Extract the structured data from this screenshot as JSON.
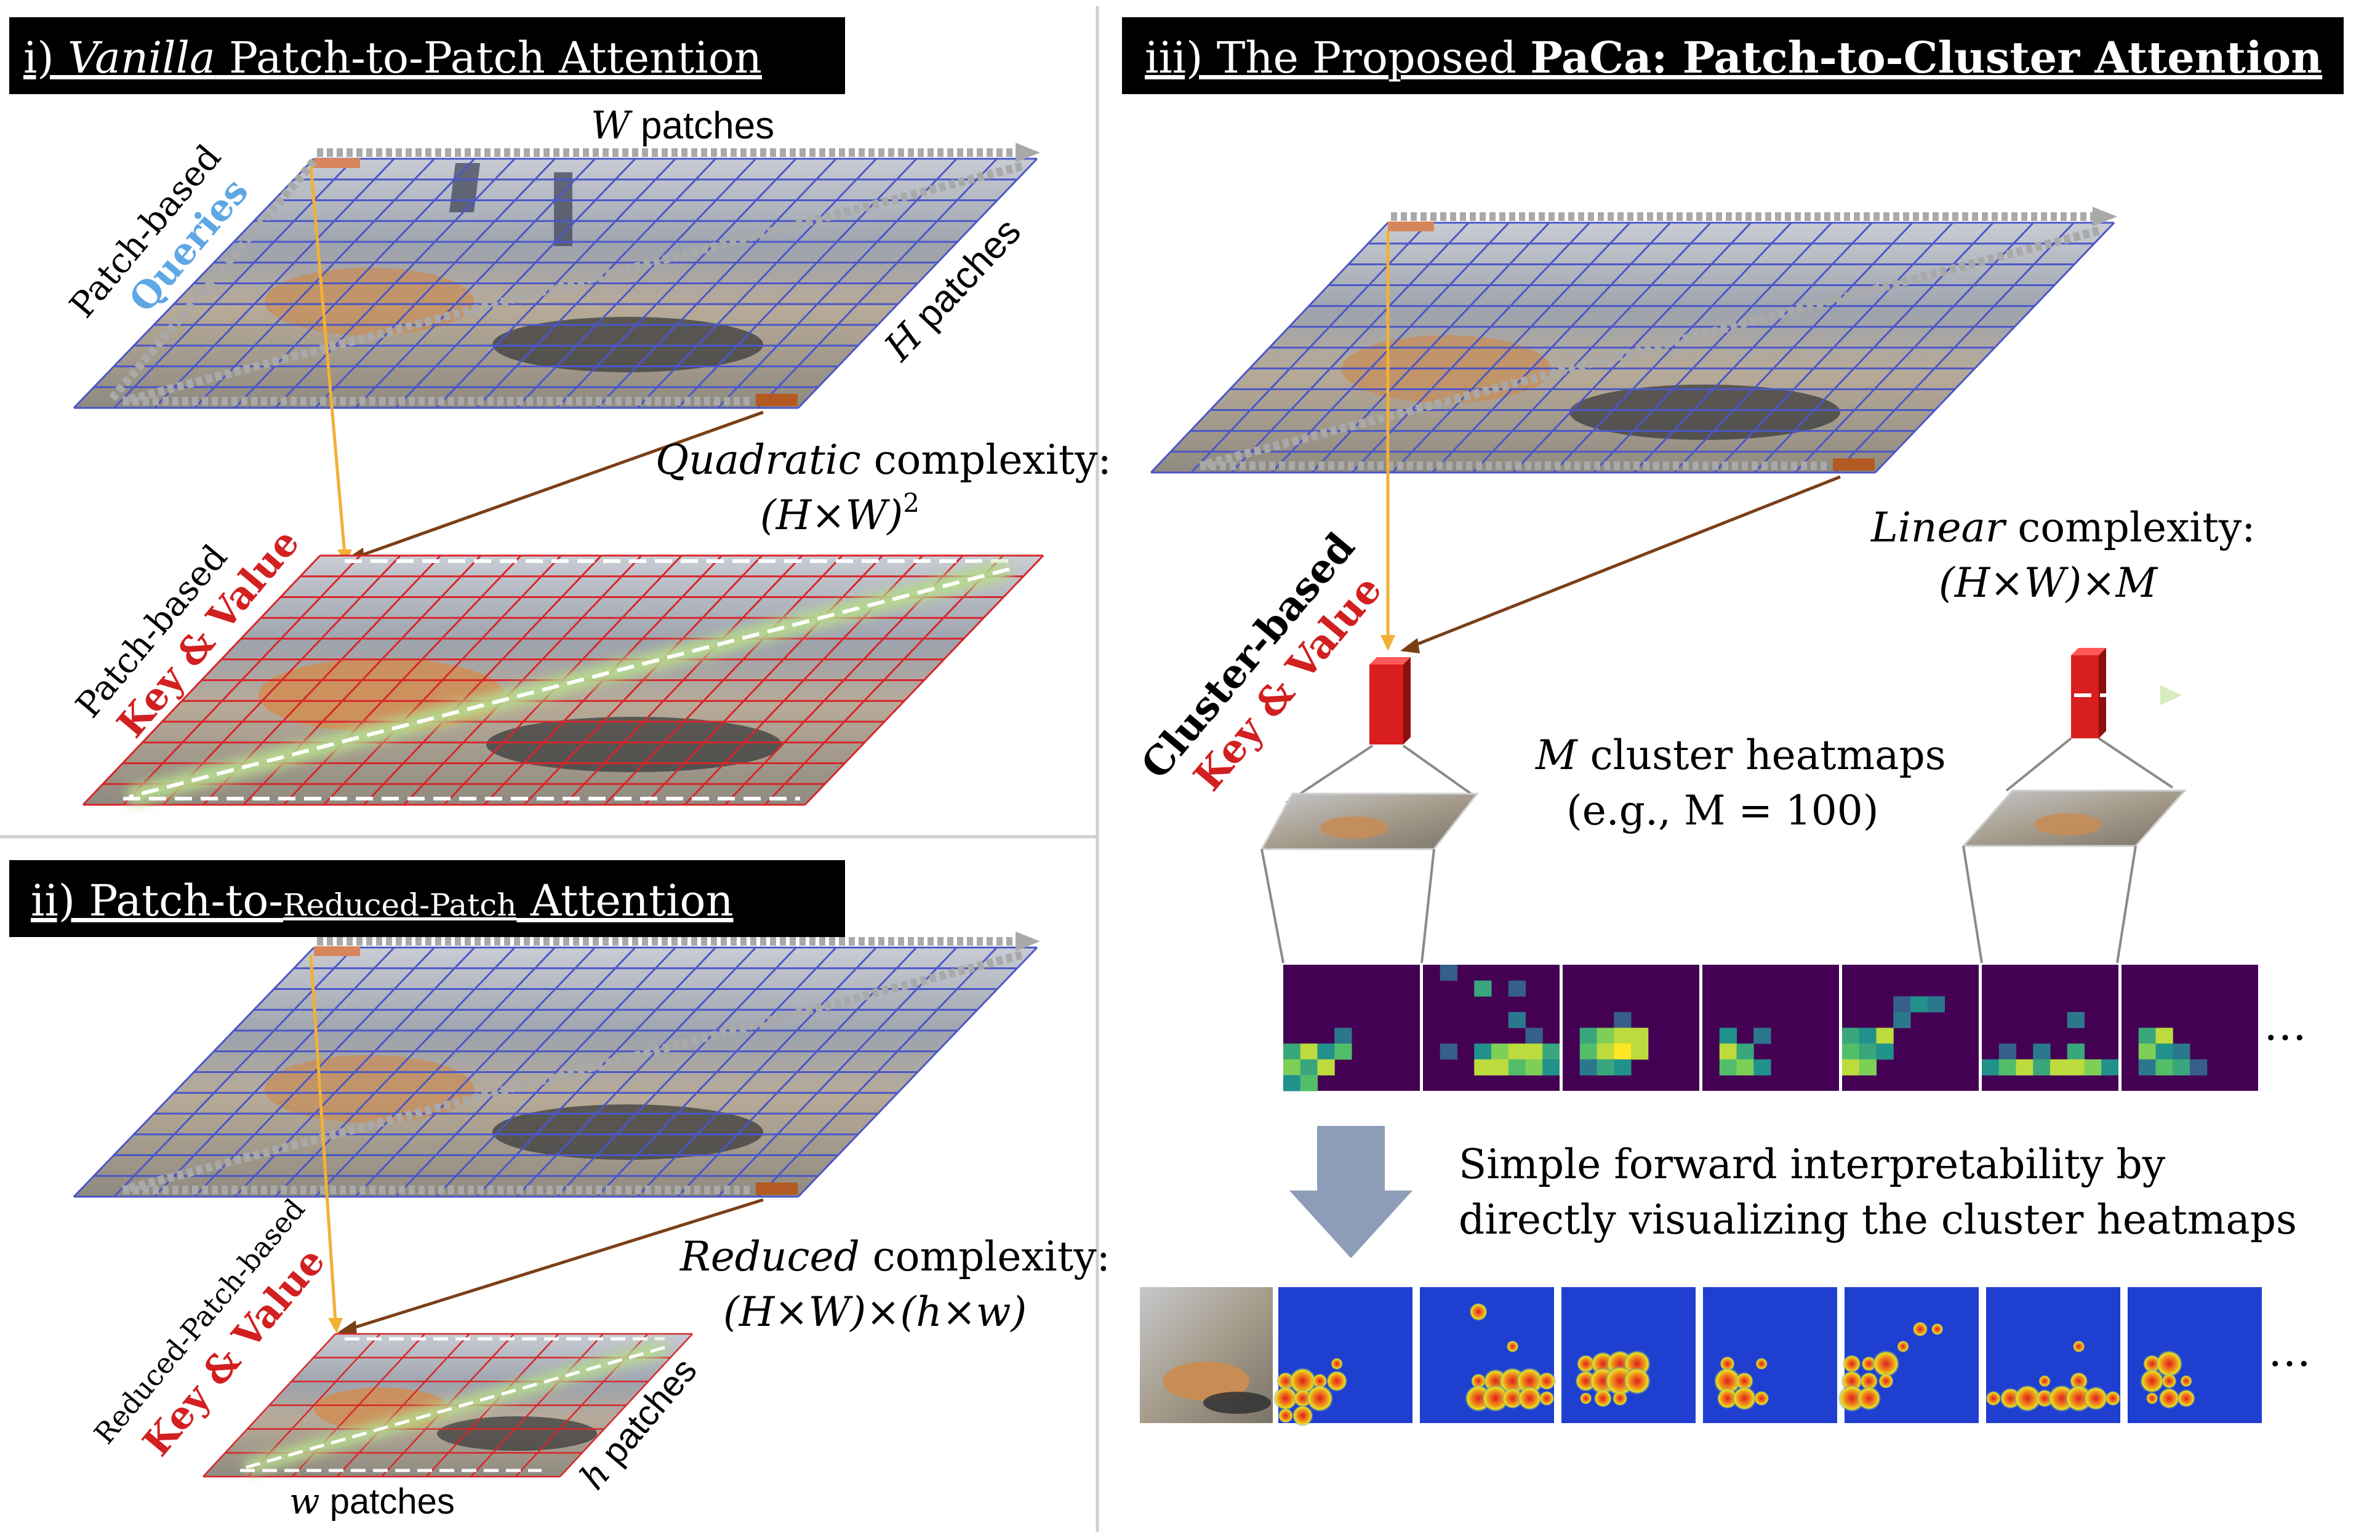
{
  "colors": {
    "banner_bg": "#000000",
    "banner_text": "#ffffff",
    "query_grid": "#4b57c8",
    "kv_grid": "#d8262b",
    "queries_text": "#5ea7e5",
    "key_value_text": "#d21f20",
    "query_arrow": "#f2b035",
    "kv_arrow": "#7b3f17",
    "green_glow": "#b6d98e",
    "gray_arrow": "#a9a9a9",
    "token_block": "#d81e1e",
    "down_arrow": "#8d9db8",
    "heatmap_bg": "#3b0f6e"
  },
  "panel_i": {
    "title_prefix": "i) ",
    "title_italic": "Vanilla",
    "title_rest": " Patch-to-Patch Attention",
    "w_label_var": "W",
    "w_label_text": " patches",
    "h_label_var": "H",
    "h_label_text": " patches",
    "queries_line1": "Patch-based",
    "queries_line2": "Queries",
    "kv_line1": "Patch-based",
    "kv_line2": "Key & Value",
    "complexity_italic": "Quadratic",
    "complexity_rest": " complexity:",
    "formula": "(H×W)",
    "formula_exp": "2"
  },
  "panel_ii": {
    "title_prefix": "ii) Patch-to-",
    "title_small": "Reduced-Patch",
    "title_rest": " Attention",
    "kv_line1": "Reduced-Patch-based",
    "kv_line2": "Key & Value",
    "complexity_italic": "Reduced",
    "complexity_rest": " complexity:",
    "formula": "(H×W)×(h×w)",
    "w_label_var": "w",
    "w_label_text": " patches",
    "h_label_var": "h",
    "h_label_text": " patches"
  },
  "panel_iii": {
    "title_prefix": "iii) The Proposed ",
    "title_bold": "PaCa:  Patch-to-Cluster Attention",
    "cluster_line1": "Cluster-based",
    "cluster_line2": "Key & Value",
    "complexity_italic": "Linear",
    "complexity_rest": " complexity:",
    "formula": "(H×W)×M",
    "heatmaps_var": "M",
    "heatmaps_text": " cluster heatmaps",
    "example": "(e.g., M = 100)",
    "ellipsis": "…",
    "interp_line1": "Simple forward interpretability by",
    "interp_line2": "directly visualizing the cluster heatmaps"
  },
  "heatmaps": [
    [
      [
        0,
        0,
        0,
        0,
        0,
        0,
        0,
        0
      ],
      [
        0,
        0,
        0,
        0,
        0,
        0,
        0,
        0
      ],
      [
        0,
        0,
        0,
        0,
        0,
        0,
        0,
        0
      ],
      [
        0,
        0,
        0,
        0,
        0,
        0,
        0,
        0
      ],
      [
        0,
        0,
        0,
        0.4,
        0,
        0,
        0,
        0
      ],
      [
        0.6,
        0.9,
        0.5,
        0.7,
        0,
        0,
        0,
        0
      ],
      [
        0.8,
        0.6,
        0.9,
        0,
        0,
        0,
        0,
        0
      ],
      [
        0.5,
        0.7,
        0,
        0,
        0,
        0,
        0,
        0
      ]
    ],
    [
      [
        0,
        0.3,
        0,
        0,
        0,
        0,
        0,
        0
      ],
      [
        0,
        0,
        0,
        0.6,
        0,
        0.3,
        0,
        0
      ],
      [
        0,
        0,
        0,
        0,
        0,
        0,
        0,
        0
      ],
      [
        0,
        0,
        0,
        0,
        0,
        0.4,
        0,
        0
      ],
      [
        0,
        0,
        0,
        0,
        0,
        0,
        0.3,
        0
      ],
      [
        0,
        0.3,
        0,
        0.5,
        0.8,
        0.9,
        0.9,
        0.6
      ],
      [
        0,
        0,
        0,
        0.9,
        0.9,
        0.7,
        0.8,
        0.5
      ],
      [
        0,
        0,
        0,
        0,
        0,
        0,
        0,
        0
      ]
    ],
    [
      [
        0,
        0,
        0,
        0,
        0,
        0,
        0,
        0
      ],
      [
        0,
        0,
        0,
        0,
        0,
        0,
        0,
        0
      ],
      [
        0,
        0,
        0,
        0,
        0,
        0,
        0,
        0
      ],
      [
        0,
        0,
        0,
        0.3,
        0,
        0,
        0,
        0
      ],
      [
        0,
        0.6,
        0.8,
        0.9,
        0.9,
        0,
        0,
        0
      ],
      [
        0,
        0.7,
        0.9,
        1.0,
        0.9,
        0,
        0,
        0
      ],
      [
        0,
        0.4,
        0.6,
        0.5,
        0,
        0,
        0,
        0
      ],
      [
        0,
        0,
        0,
        0,
        0,
        0,
        0,
        0
      ]
    ],
    [
      [
        0,
        0,
        0,
        0,
        0,
        0,
        0,
        0
      ],
      [
        0,
        0,
        0,
        0,
        0,
        0,
        0,
        0
      ],
      [
        0,
        0,
        0,
        0,
        0,
        0,
        0,
        0
      ],
      [
        0,
        0,
        0,
        0,
        0,
        0,
        0,
        0
      ],
      [
        0,
        0.5,
        0,
        0.4,
        0,
        0,
        0,
        0
      ],
      [
        0,
        0.9,
        0.6,
        0,
        0,
        0,
        0,
        0
      ],
      [
        0,
        0.7,
        0.8,
        0.5,
        0,
        0,
        0,
        0
      ],
      [
        0,
        0,
        0,
        0,
        0,
        0,
        0,
        0
      ]
    ],
    [
      [
        0,
        0,
        0,
        0,
        0,
        0,
        0,
        0
      ],
      [
        0,
        0,
        0,
        0,
        0,
        0,
        0,
        0
      ],
      [
        0,
        0,
        0,
        0.3,
        0.5,
        0.4,
        0,
        0
      ],
      [
        0,
        0,
        0,
        0.4,
        0,
        0,
        0,
        0
      ],
      [
        0.6,
        0.5,
        0.9,
        0,
        0,
        0,
        0,
        0
      ],
      [
        0.7,
        0.6,
        0.5,
        0,
        0,
        0,
        0,
        0
      ],
      [
        0.9,
        0.8,
        0,
        0,
        0,
        0,
        0,
        0
      ],
      [
        0,
        0,
        0,
        0,
        0,
        0,
        0,
        0
      ]
    ],
    [
      [
        0,
        0,
        0,
        0,
        0,
        0,
        0,
        0
      ],
      [
        0,
        0,
        0,
        0,
        0,
        0,
        0,
        0
      ],
      [
        0,
        0,
        0,
        0,
        0,
        0,
        0,
        0
      ],
      [
        0,
        0,
        0,
        0,
        0,
        0.4,
        0,
        0
      ],
      [
        0,
        0,
        0,
        0,
        0,
        0,
        0,
        0
      ],
      [
        0,
        0.3,
        0,
        0.4,
        0,
        0.6,
        0,
        0
      ],
      [
        0.5,
        0.7,
        0.9,
        0.6,
        0.9,
        0.9,
        0.8,
        0.5
      ],
      [
        0,
        0,
        0,
        0,
        0,
        0,
        0,
        0
      ]
    ],
    [
      [
        0,
        0,
        0,
        0,
        0,
        0,
        0,
        0
      ],
      [
        0,
        0,
        0,
        0,
        0,
        0,
        0,
        0
      ],
      [
        0,
        0,
        0,
        0,
        0,
        0,
        0,
        0
      ],
      [
        0,
        0,
        0,
        0,
        0,
        0,
        0,
        0
      ],
      [
        0,
        0.6,
        0.9,
        0,
        0,
        0,
        0,
        0
      ],
      [
        0,
        0.8,
        0.5,
        0.4,
        0,
        0,
        0,
        0
      ],
      [
        0,
        0.4,
        0.7,
        0.6,
        0.3,
        0,
        0,
        0
      ],
      [
        0,
        0,
        0,
        0,
        0,
        0,
        0,
        0
      ]
    ]
  ]
}
